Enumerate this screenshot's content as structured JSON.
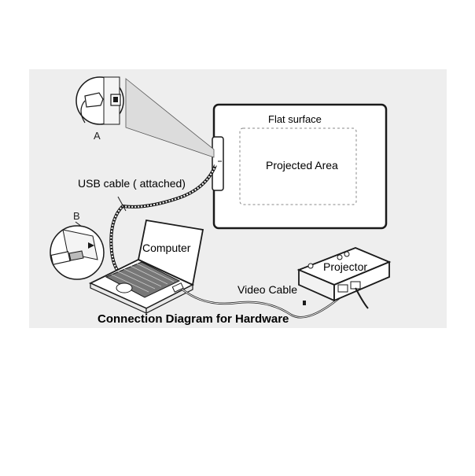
{
  "diagram": {
    "title": "Connection Diagram for Hardware",
    "labels": {
      "flat_surface": "Flat surface",
      "projected_area": "Projected Area",
      "usb_cable": "USB cable ( attached)",
      "callout_a": "A",
      "callout_b": "B",
      "computer": "Computer",
      "projector": "Projector",
      "video_cable": "Video Cable"
    },
    "colors": {
      "background_panel": "#eeeeee",
      "line": "#1a1a1a",
      "fill": "#ffffff"
    }
  }
}
